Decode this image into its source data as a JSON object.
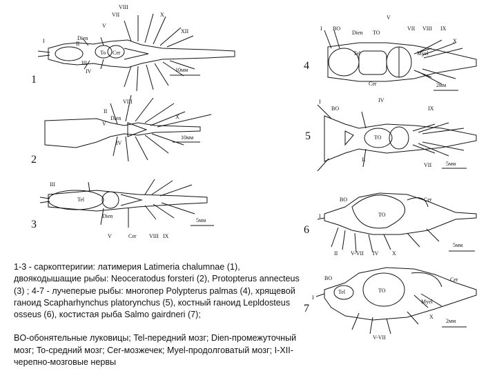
{
  "caption": {
    "species": "1-3 - саркоптеригии: латимерия Latimeria chalumnae (1), двоякодышащие рыбы: Neoceratodus forsteri (2), Protopterus annecteus (3) ; 4-7 - лучеперые рыбы: многопер Polypterus palmas (4), хрящевой ганоид Scapharhynchus platorynchus (5), костный ганоид Lepldosteus osseus (6), костистая рыба Salmo gairdneri (7);",
    "abbrev": "BO-обонятельные луковицы; Tel-передний мозг; Dien-промежуточный мозг; To-средний мозг; Cer-мозжечек; Myel-продолговатый мозг;      I-XII-черепно-мозговые нервы"
  },
  "figures": [
    {
      "number": "1",
      "labels": [
        "VIII",
        "VII",
        "X",
        "V",
        "Dien",
        "XII",
        "II",
        "To",
        "Cer",
        "III",
        "IV",
        "I",
        "10мм"
      ]
    },
    {
      "number": "2",
      "labels": [
        "VIII",
        "II",
        "Dien",
        "V",
        "X",
        "IV",
        "10мм"
      ]
    },
    {
      "number": "3",
      "labels": [
        "III",
        "Tel",
        "Dien",
        "V",
        "Cer",
        "VIII",
        "IX",
        "5мм"
      ]
    },
    {
      "number": "4",
      "labels": [
        "I",
        "BO",
        "Dien",
        "TO",
        "V",
        "VII",
        "VIII",
        "IX",
        "Tel",
        "Myel",
        "X",
        "Cer",
        "2мм"
      ]
    },
    {
      "number": "5",
      "labels": [
        "I",
        "BO",
        "IV",
        "IX",
        "TO",
        "II",
        "VII",
        "5мм"
      ]
    },
    {
      "number": "6",
      "labels": [
        "BO",
        "Cer",
        "TO",
        "I",
        "II",
        "V-VII",
        "IV",
        "X",
        "5мм"
      ]
    },
    {
      "number": "7",
      "labels": [
        "BO",
        "Tel",
        "TO",
        "Cer",
        "I",
        "Myel",
        "X",
        "V-VII",
        "2мм"
      ]
    }
  ]
}
